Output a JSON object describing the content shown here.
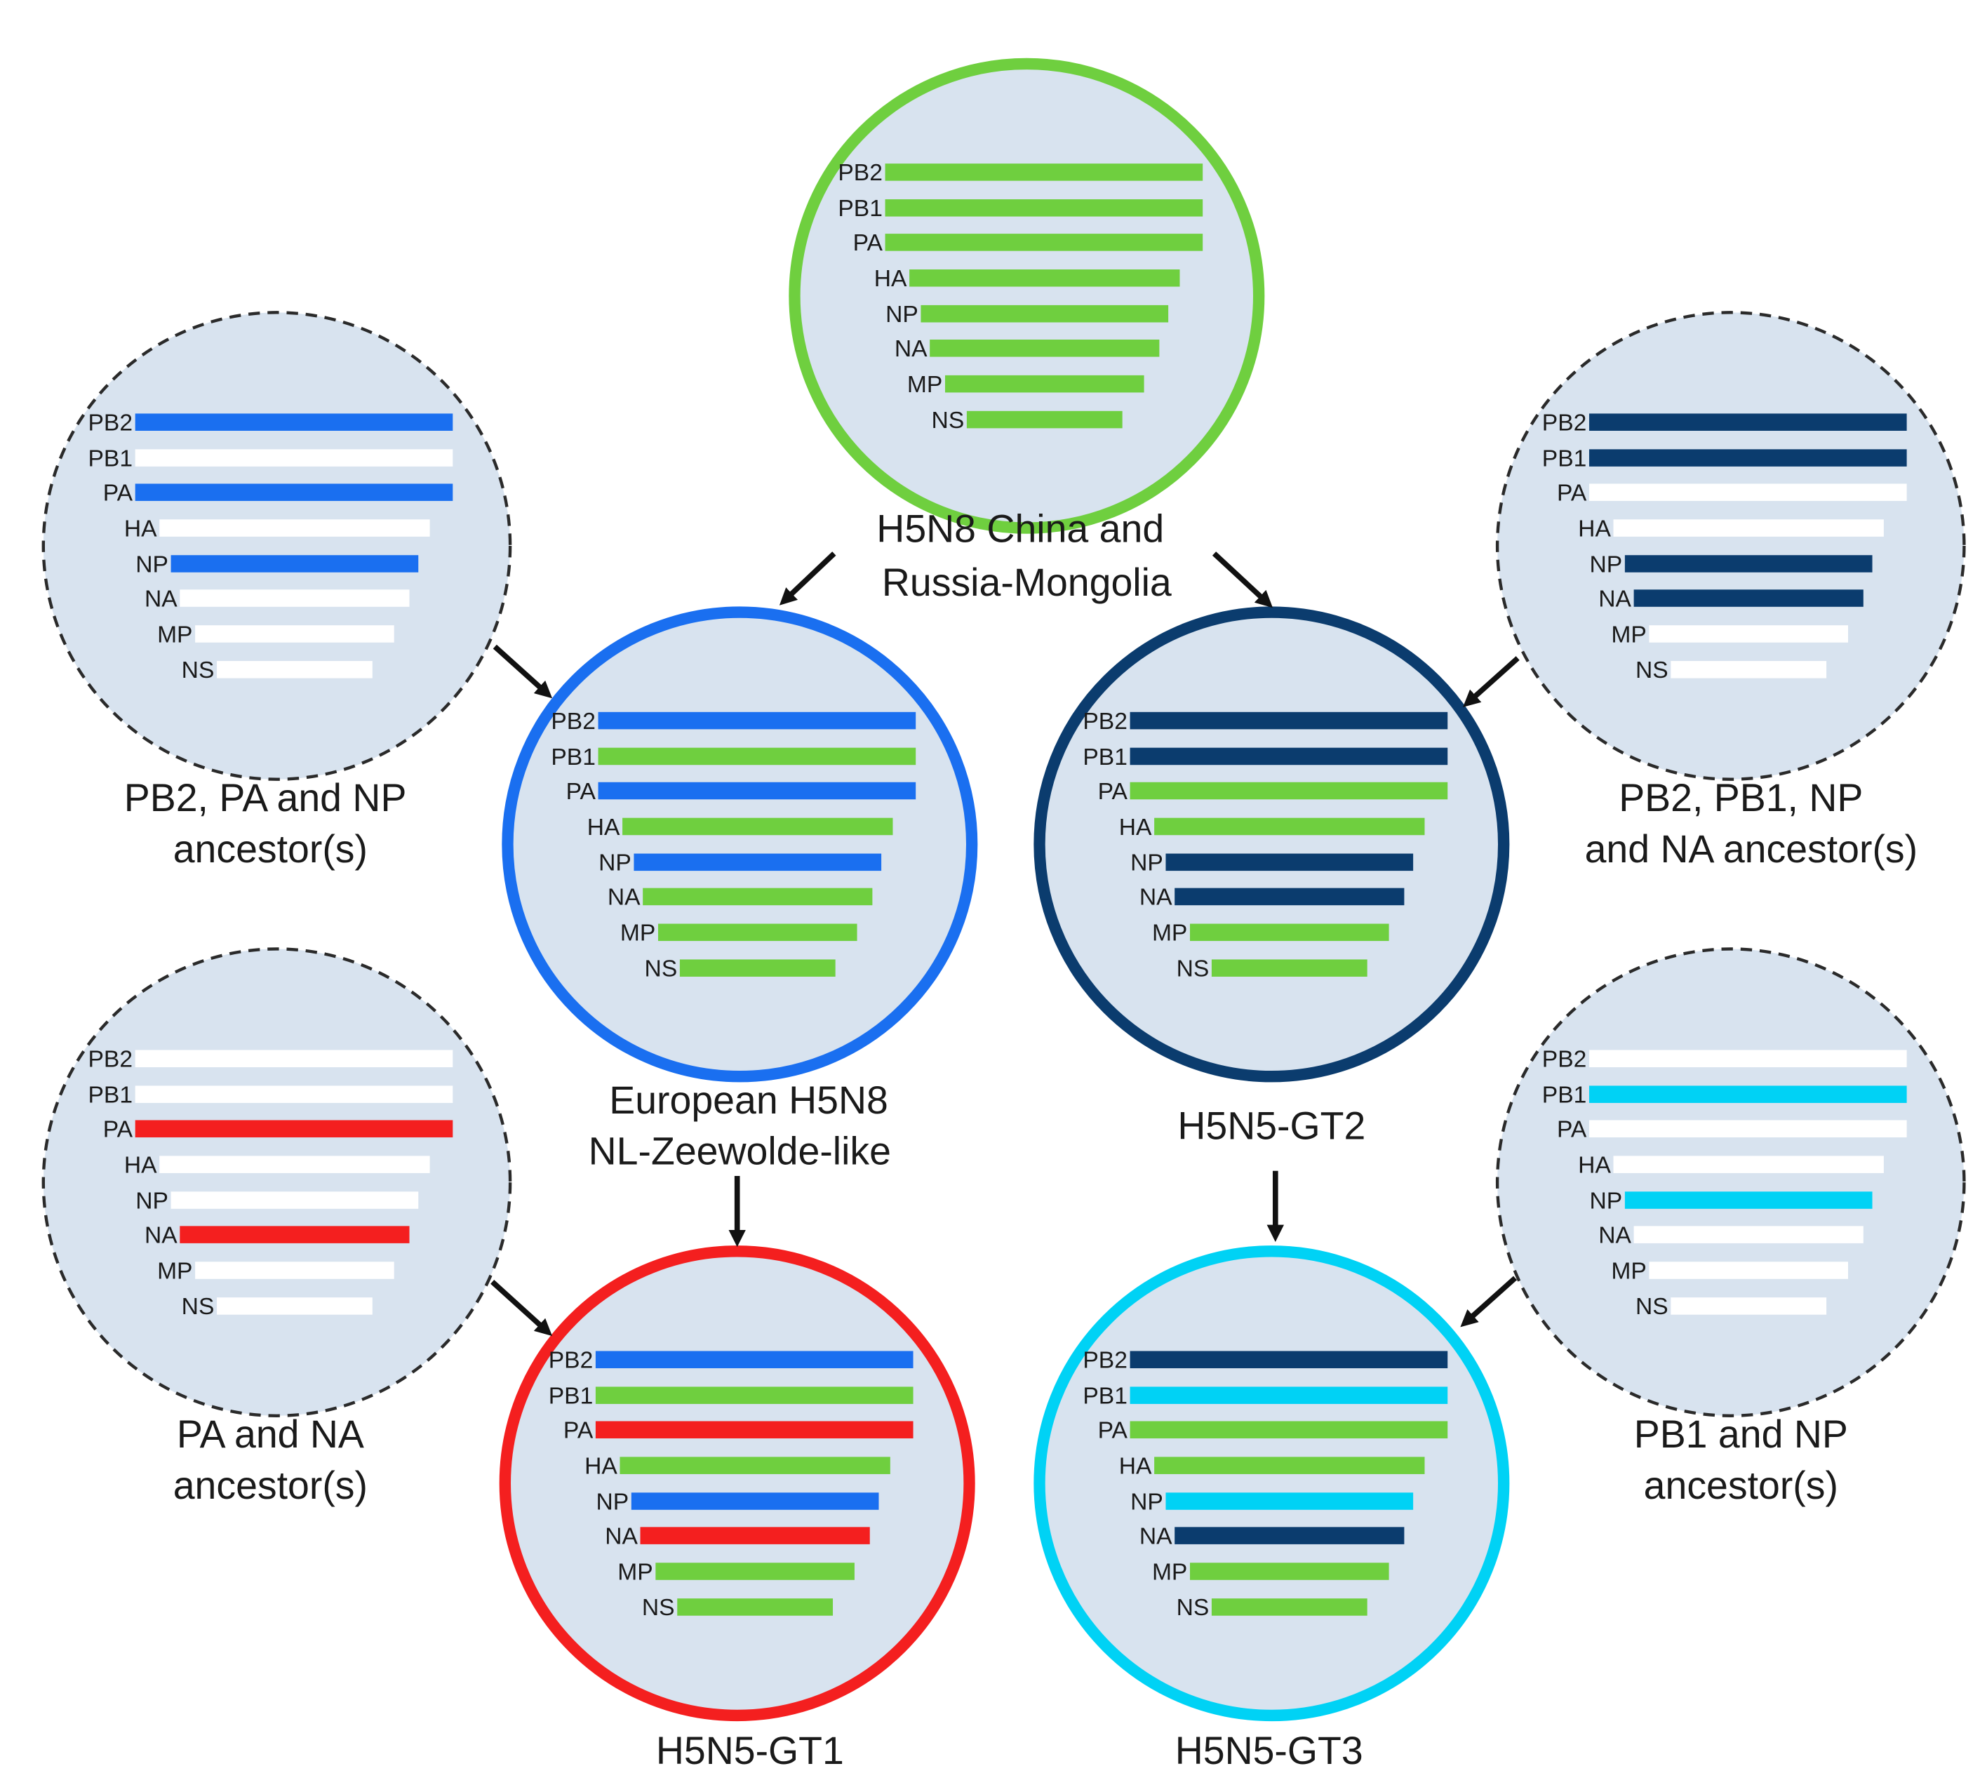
{
  "colors": {
    "circle_fill": "#d8e3ef",
    "green": "#6fcf3f",
    "blue": "#1a6ff0",
    "navy": "#0b3c6e",
    "red": "#f41f1f",
    "cyan": "#00d2f5",
    "white": "#ffffff",
    "dash_stroke": "#2a2a2a",
    "arrow": "#111111",
    "text": "#1a1a1a"
  },
  "segments": [
    "PB2",
    "PB1",
    "PA",
    "HA",
    "NP",
    "NA",
    "MP",
    "NS"
  ],
  "circles": [
    {
      "id": "h5n8-china",
      "name": "circle-h5n8-china-russia-mongolia",
      "border": "green",
      "dashed": false,
      "caption": [
        "H5N8 China and",
        "Russia-Mongolia"
      ],
      "bar_colors": [
        "green",
        "green",
        "green",
        "green",
        "green",
        "green",
        "green",
        "green"
      ]
    },
    {
      "id": "european-h5n8",
      "name": "circle-european-h5n8",
      "border": "blue",
      "dashed": false,
      "caption": [
        "European H5N8",
        "NL-Zeewolde-like"
      ],
      "bar_colors": [
        "blue",
        "green",
        "blue",
        "green",
        "blue",
        "green",
        "green",
        "green"
      ]
    },
    {
      "id": "h5n5-gt2",
      "name": "circle-h5n5-gt2",
      "border": "navy",
      "dashed": false,
      "caption": [
        "H5N5-GT2"
      ],
      "bar_colors": [
        "navy",
        "navy",
        "green",
        "green",
        "navy",
        "navy",
        "green",
        "green"
      ]
    },
    {
      "id": "h5n5-gt1",
      "name": "circle-h5n5-gt1",
      "border": "red",
      "dashed": false,
      "caption": [
        "H5N5-GT1"
      ],
      "bar_colors": [
        "blue",
        "green",
        "red",
        "green",
        "blue",
        "red",
        "green",
        "green"
      ]
    },
    {
      "id": "h5n5-gt3",
      "name": "circle-h5n5-gt3",
      "border": "cyan",
      "dashed": false,
      "caption": [
        "H5N5-GT3"
      ],
      "bar_colors": [
        "navy",
        "cyan",
        "green",
        "green",
        "cyan",
        "navy",
        "green",
        "green"
      ]
    },
    {
      "id": "ancestor-pb2-pa-np",
      "name": "circle-ancestor-pb2-pa-np",
      "border": "dash_stroke",
      "dashed": true,
      "caption": [
        "PB2, PA and NP",
        "ancestor(s)"
      ],
      "bar_colors": [
        "blue",
        "white",
        "blue",
        "white",
        "blue",
        "white",
        "white",
        "white"
      ]
    },
    {
      "id": "ancestor-pb2-pb1-np-na",
      "name": "circle-ancestor-pb2-pb1-np-na",
      "border": "dash_stroke",
      "dashed": true,
      "caption": [
        "PB2, PB1, NP",
        "and NA ancestor(s)"
      ],
      "bar_colors": [
        "navy",
        "navy",
        "white",
        "white",
        "navy",
        "navy",
        "white",
        "white"
      ]
    },
    {
      "id": "ancestor-pa-na",
      "name": "circle-ancestor-pa-na",
      "border": "dash_stroke",
      "dashed": true,
      "caption": [
        "PA and NA",
        "ancestor(s)"
      ],
      "bar_colors": [
        "white",
        "white",
        "red",
        "white",
        "white",
        "red",
        "white",
        "white"
      ]
    },
    {
      "id": "ancestor-pb1-np",
      "name": "circle-ancestor-pb1-np",
      "border": "dash_stroke",
      "dashed": true,
      "caption": [
        "PB1 and NP",
        "ancestor(s)"
      ],
      "bar_colors": [
        "white",
        "cyan",
        "white",
        "white",
        "cyan",
        "white",
        "white",
        "white"
      ]
    }
  ],
  "arrows": [
    {
      "name": "arrow-h5n8-china-to-european-h5n8",
      "from": "h5n8-china",
      "to": "european-h5n8"
    },
    {
      "name": "arrow-h5n8-china-to-h5n5-gt2",
      "from": "h5n8-china",
      "to": "h5n5-gt2"
    },
    {
      "name": "arrow-ancestor-pb2-pa-np-to-european-h5n8",
      "from": "ancestor-pb2-pa-np",
      "to": "european-h5n8"
    },
    {
      "name": "arrow-ancestor-pb2-pb1-np-na-to-h5n5-gt2",
      "from": "ancestor-pb2-pb1-np-na",
      "to": "h5n5-gt2"
    },
    {
      "name": "arrow-european-h5n8-to-h5n5-gt1",
      "from": "european-h5n8",
      "to": "h5n5-gt1"
    },
    {
      "name": "arrow-h5n5-gt2-to-h5n5-gt3",
      "from": "h5n5-gt2",
      "to": "h5n5-gt3"
    },
    {
      "name": "arrow-ancestor-pa-na-to-h5n5-gt1",
      "from": "ancestor-pa-na",
      "to": "h5n5-gt1"
    },
    {
      "name": "arrow-ancestor-pb1-np-to-h5n5-gt3",
      "from": "ancestor-pb1-np",
      "to": "h5n5-gt3"
    }
  ]
}
